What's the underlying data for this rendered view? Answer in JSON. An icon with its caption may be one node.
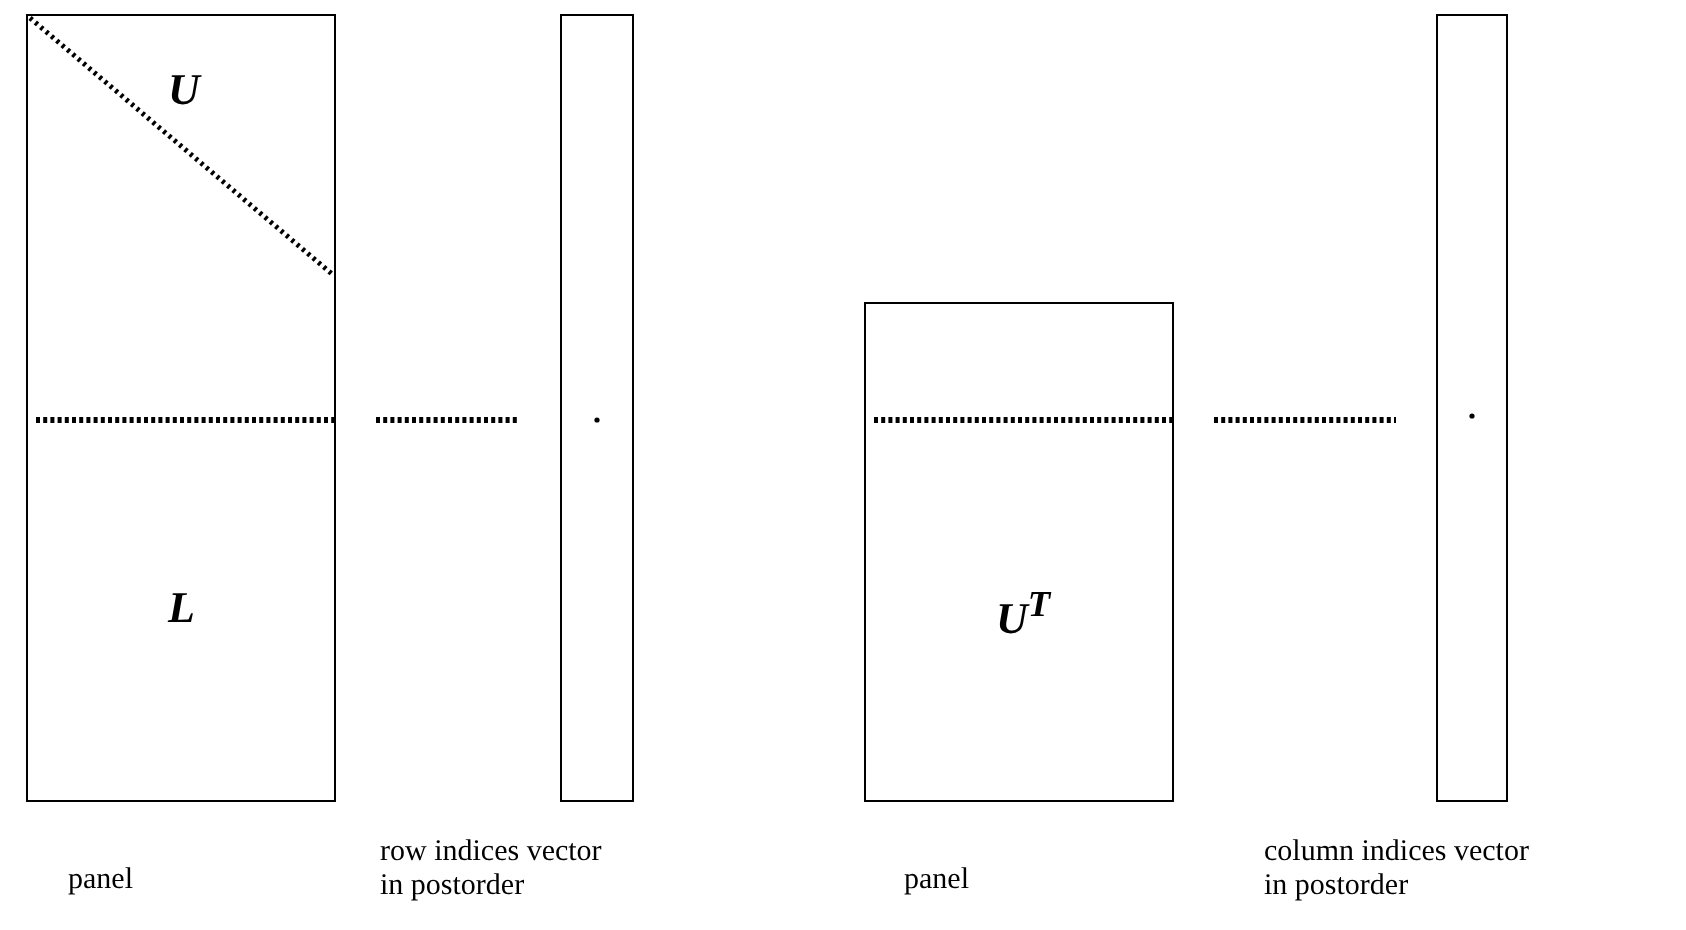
{
  "diagram": {
    "nodes": [
      {
        "text": [
          "U",
          "L"
        ],
        "beside": [
          "panel"
        ]
      },
      {
        "text": [],
        "shape": "bar",
        "beside": [
          "row indices vector in postorder"
        ]
      },
      {
        "text": [
          "U$^{T}$"
        ],
        "beside": [
          "panel"
        ]
      },
      {
        "text": [],
        "shape": "bar",
        "beside": [
          "column indices vector in postorder"
        ]
      }
    ],
    "edges": [
      {
        "from": 0,
        "to": 1,
        "arrow": "none",
        "style": "dashed"
      },
      {
        "from": 2,
        "to": 3,
        "arrow": "none",
        "style": "dashed"
      }
    ]
  }
}
